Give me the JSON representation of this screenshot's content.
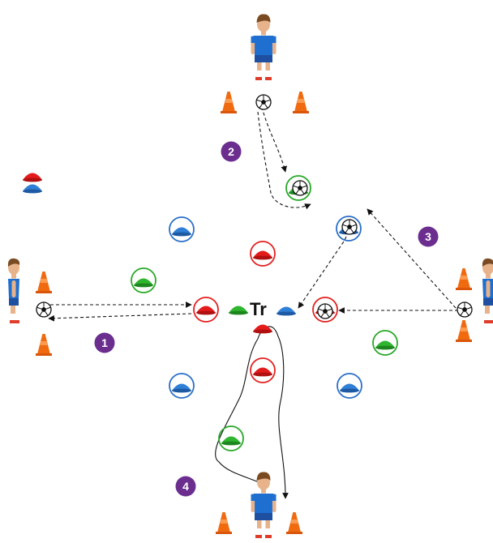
{
  "trainer_label": "Tr",
  "sequence_numbers": [
    "1",
    "2",
    "3",
    "4"
  ],
  "colors": {
    "cone": "#f06a10",
    "disc_red": "#e31b1b",
    "disc_blue": "#2f7fd6",
    "disc_green": "#2fb52f",
    "ring_red": "#e52020",
    "ring_blue": "#2a6fc9",
    "ring_green": "#28a828",
    "number_badge": "#6b2e8f",
    "player_shirt": "#1f6fd1",
    "player_skin": "#e8b28a",
    "player_hair": "#7a4a22"
  },
  "icons": [
    "player",
    "training-cone",
    "disc-marker",
    "soccer-ball",
    "number-badge",
    "movement-arrow"
  ]
}
